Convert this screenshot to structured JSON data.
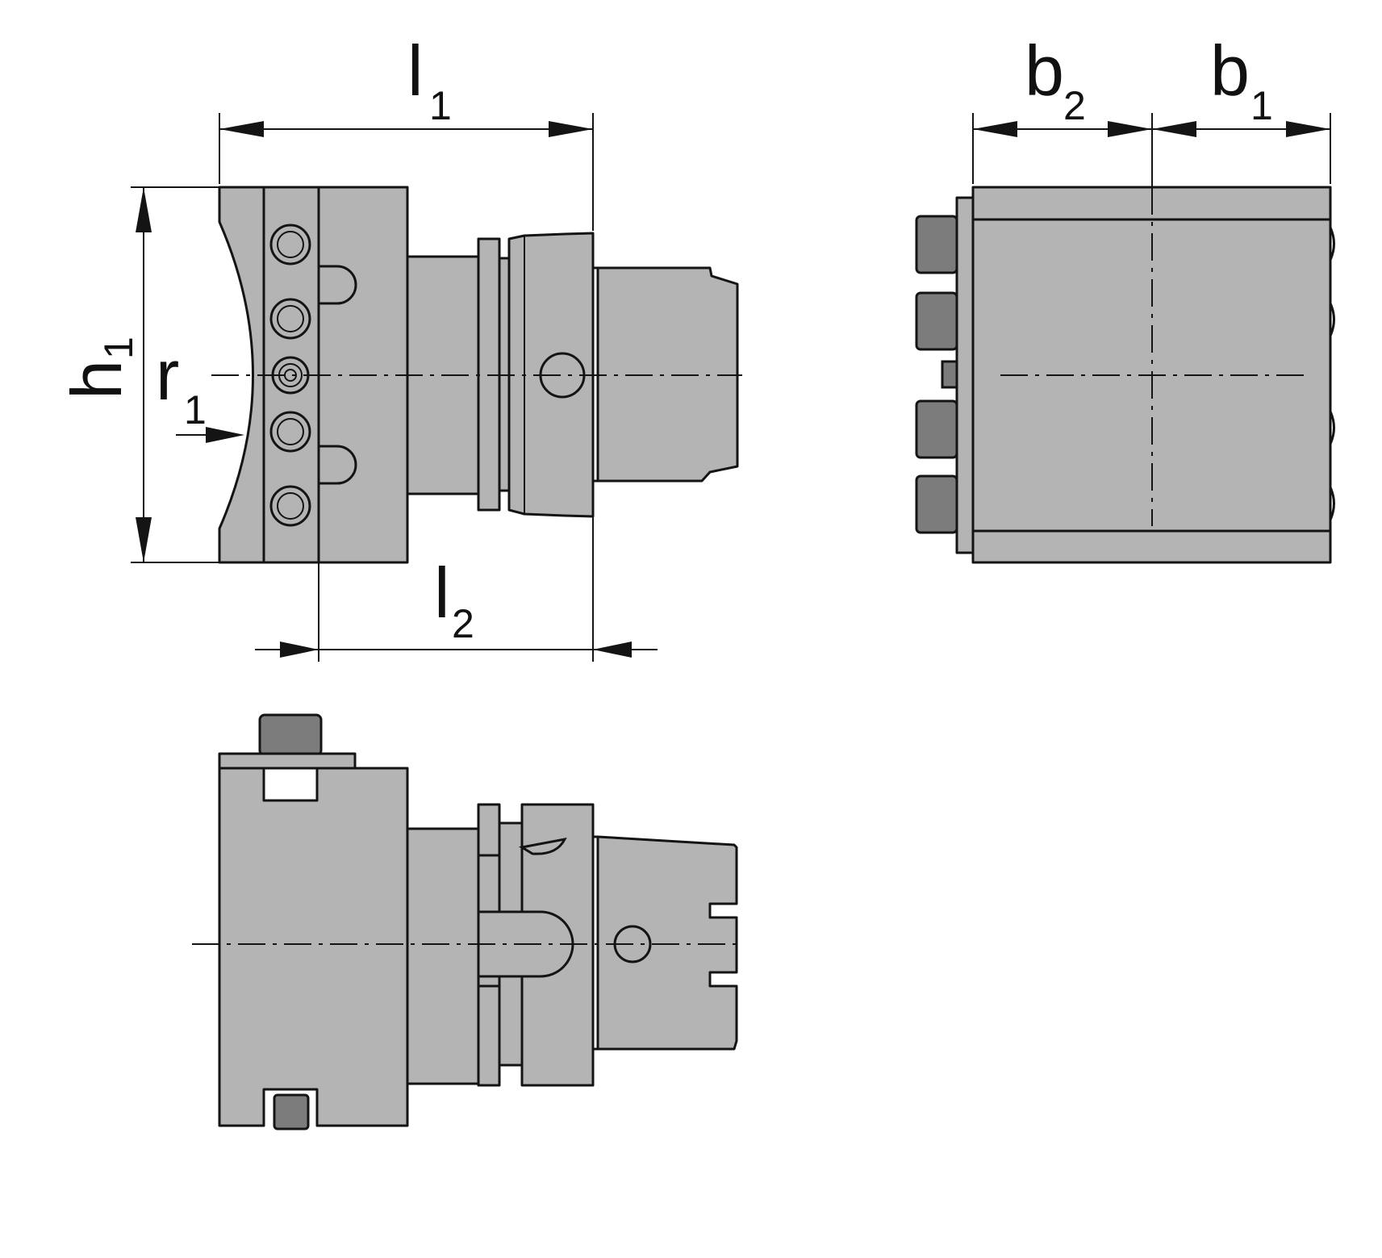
{
  "labels": {
    "l1": {
      "main": "l",
      "sub": "1"
    },
    "l2": {
      "main": "l",
      "sub": "2"
    },
    "h1": {
      "main": "h",
      "sub": "1"
    },
    "r1": {
      "main": "r",
      "sub": "1"
    },
    "b1": {
      "main": "b",
      "sub": "1"
    },
    "b2": {
      "main": "b",
      "sub": "2"
    }
  },
  "colors": {
    "body": "#b4b4b4",
    "bolt": "#7c7c7c",
    "line": "#141414"
  }
}
